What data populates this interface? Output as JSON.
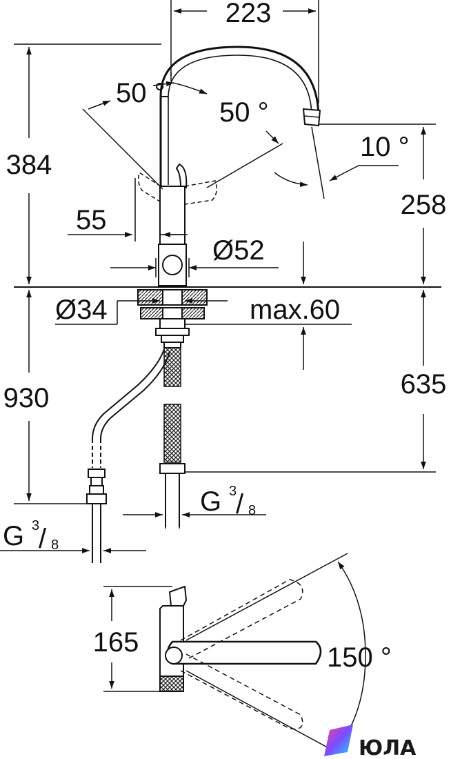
{
  "dimensions": {
    "spout_reach": "223",
    "height_to_counter": "384",
    "swivel_left_angle": "50 °",
    "swivel_right_angle": "50 °",
    "spout_tilt_angle": "10 °",
    "spout_height": "258",
    "body_offset": "55",
    "body_diameter": "Ø52",
    "hole_diameter": "Ø34",
    "max_counter_thickness": "max.60",
    "hose_length": "930",
    "supply_length": "635",
    "thread_right": {
      "base": "G",
      "num": "3",
      "den": "8"
    },
    "thread_left": {
      "base": "G",
      "num": "3",
      "den": "8"
    },
    "lever_height": "165",
    "lever_angle": "150 °"
  },
  "logo": {
    "text": "ЮЛА",
    "colors": [
      "#ff3c8e",
      "#7a4dff",
      "#22d3ff"
    ]
  }
}
